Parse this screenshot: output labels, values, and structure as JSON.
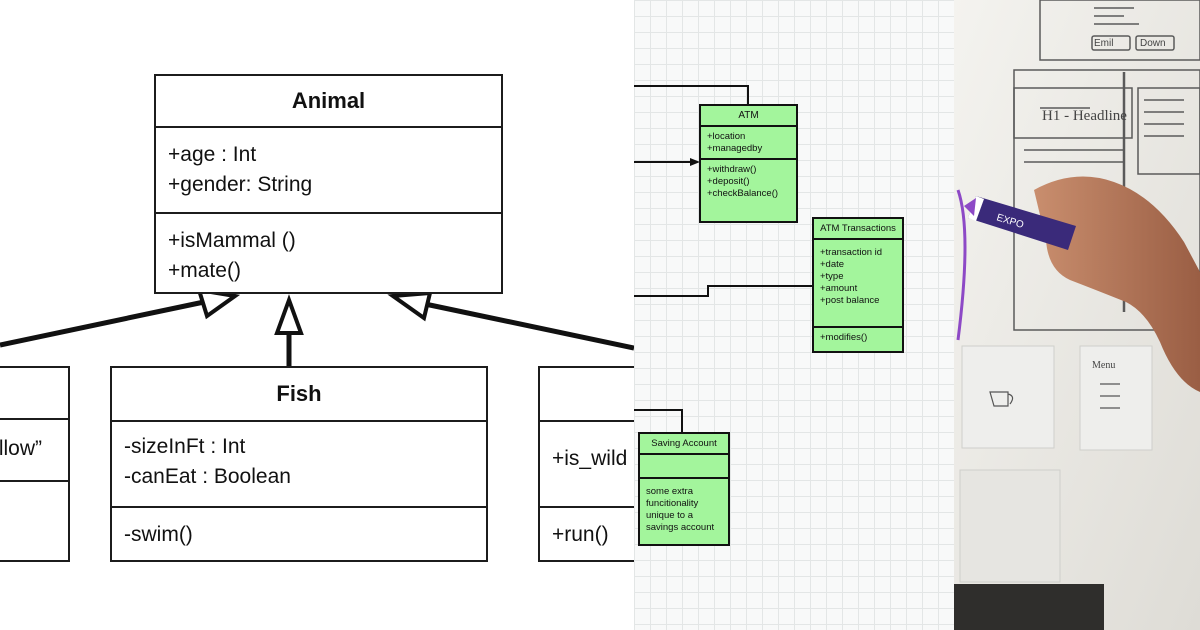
{
  "left_diagram": {
    "animal": {
      "name": "Animal",
      "attributes": [
        "+age : Int",
        "+gender: String"
      ],
      "methods": [
        "+isMammal ()",
        "+mate()"
      ]
    },
    "left_class": {
      "attribute_fragment": "llow”"
    },
    "fish": {
      "name": "Fish",
      "attributes": [
        "-sizeInFt : Int",
        "-canEat : Boolean"
      ],
      "methods": [
        "-swim()"
      ]
    },
    "right_class": {
      "attribute_fragment": "+is_wild",
      "method": "+run()"
    }
  },
  "middle_diagram": {
    "atm": {
      "name": "ATM",
      "attributes": [
        "+location",
        "+managedby"
      ],
      "methods": [
        "+withdraw()",
        "+deposit()",
        "+checkBalance()"
      ]
    },
    "atm_transactions": {
      "name": "ATM Transactions",
      "attributes": [
        "+transaction id",
        "+date",
        "+type",
        "+amount",
        "+post balance"
      ],
      "methods": [
        "+modifies()"
      ]
    },
    "saving_account": {
      "name": "Saving Account",
      "notes": [
        "some extra",
        "funcitionality",
        "unique to a",
        "savings account"
      ]
    },
    "box_fill": "#a3f59c"
  },
  "photo": {
    "whiteboard_scribbles": {
      "buttons": [
        "Emil",
        "Down"
      ],
      "heading": "H1 - Headline",
      "sticky": "Menu"
    },
    "marker_label": "EXPO"
  }
}
